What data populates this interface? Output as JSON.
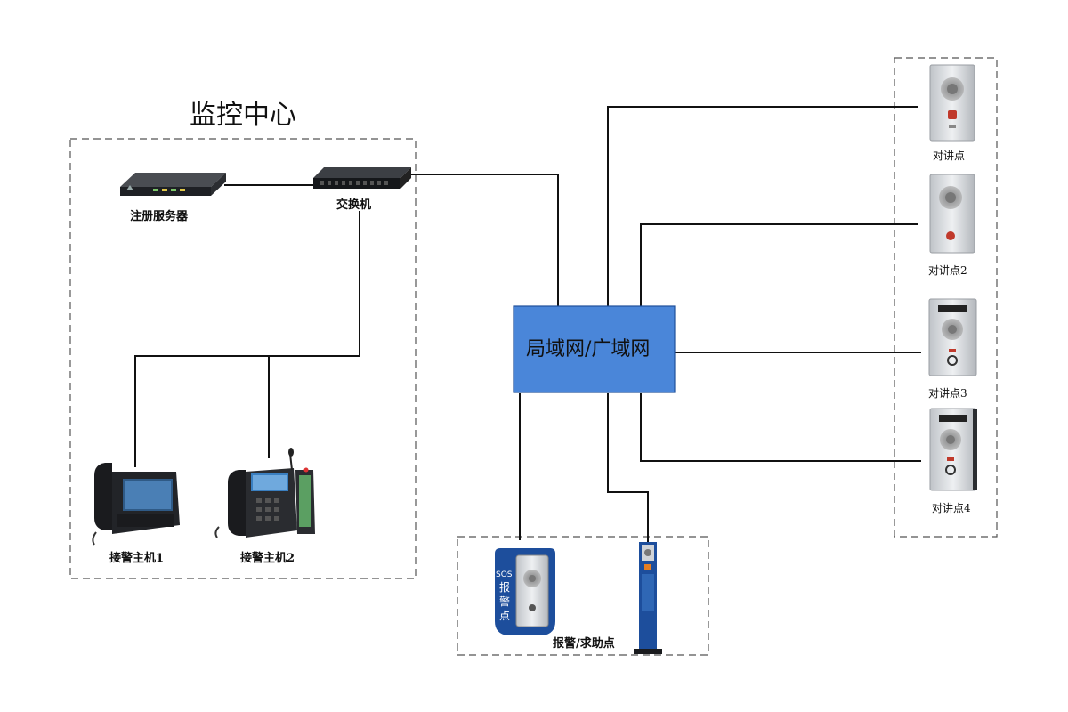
{
  "monitoring_center": {
    "title": "监控中心"
  },
  "devices": {
    "register_server": "注册服务器",
    "switch": "交换机",
    "alarm_host_1": "接警主机1",
    "alarm_host_2": "接警主机2",
    "network": "局域网/广域网",
    "intercom_1": "对讲点",
    "intercom_2": "对讲点2",
    "intercom_3": "对讲点3",
    "intercom_4": "对讲点4",
    "help_point": "报警/求助点",
    "sos_box_text": [
      "SOS",
      "报",
      "警",
      "点"
    ]
  },
  "colors": {
    "network_fill": "#4a86d9",
    "network_stroke": "#1f4f9a",
    "line": "#111111",
    "dashed": "#555555"
  }
}
